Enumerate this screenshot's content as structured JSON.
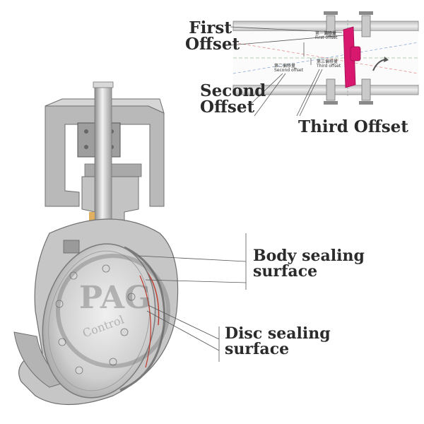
{
  "callouts": {
    "first_offset": [
      "First",
      "Offset"
    ],
    "second_offset": [
      "Second",
      "Offset"
    ],
    "third_offset": "Third Offset",
    "body_sealing": [
      "Body sealing",
      "surface"
    ],
    "disc_sealing": [
      "Disc sealing",
      "surface"
    ]
  },
  "inset_labels": {
    "first_cn": "第一偏移量",
    "first_en": "First offset",
    "second_cn": "第二偏移量",
    "second_en": "Second offset",
    "third_cn": "第三偏移量",
    "third_en": "Third offset"
  },
  "watermark": "PAG Control",
  "colors": {
    "disc_highlight": "#d8176f",
    "metal_light": "#d9d9d9",
    "metal_mid": "#b3b3b3",
    "metal_dark": "#8a8a8a",
    "seal_red": "#c0392b",
    "label_text": "#2b2b2b"
  }
}
